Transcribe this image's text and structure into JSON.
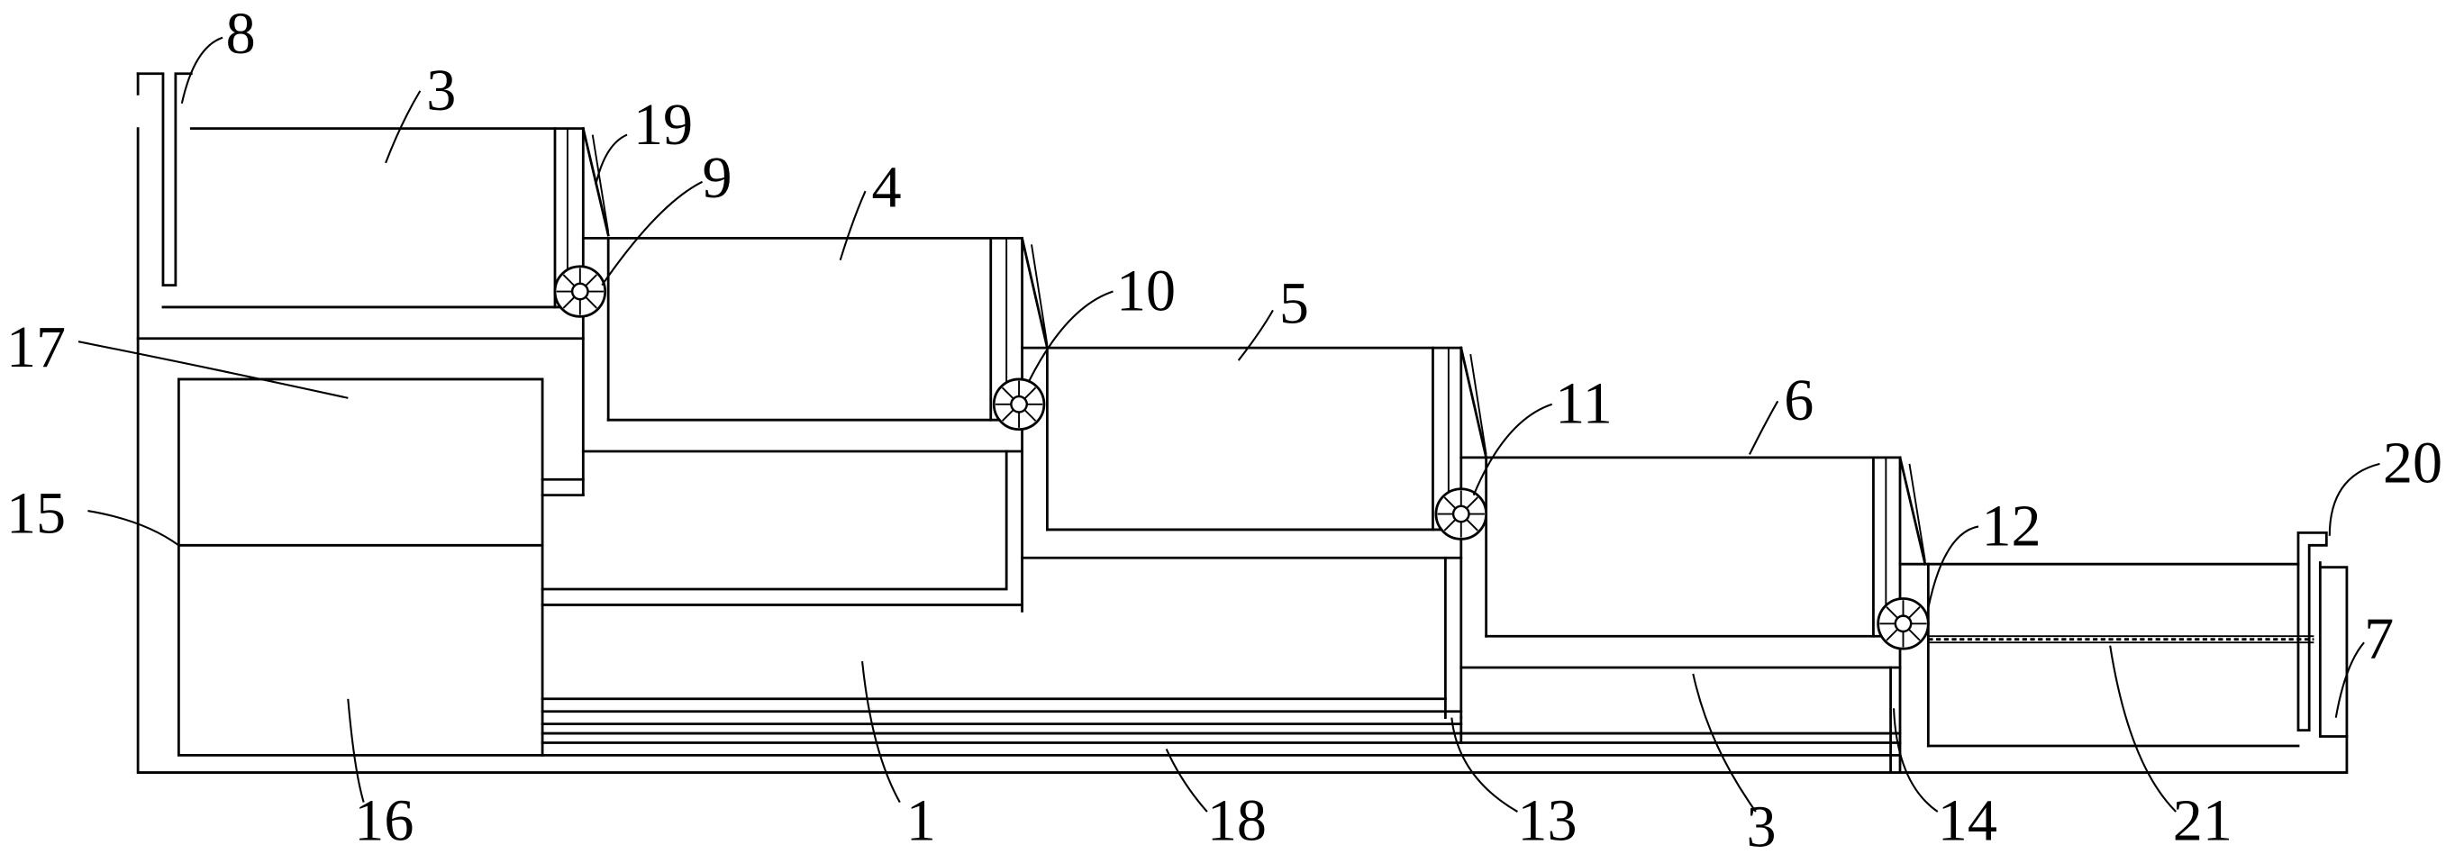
{
  "labels": [
    {
      "id": "l8",
      "text": "8"
    },
    {
      "id": "l3a",
      "text": "3"
    },
    {
      "id": "l19",
      "text": "19"
    },
    {
      "id": "l9",
      "text": "9"
    },
    {
      "id": "l4",
      "text": "4"
    },
    {
      "id": "l10",
      "text": "10"
    },
    {
      "id": "l5",
      "text": "5"
    },
    {
      "id": "l17",
      "text": "17"
    },
    {
      "id": "l11",
      "text": "11"
    },
    {
      "id": "l6",
      "text": "6"
    },
    {
      "id": "l20",
      "text": "20"
    },
    {
      "id": "l15",
      "text": "15"
    },
    {
      "id": "l12",
      "text": "12"
    },
    {
      "id": "l7",
      "text": "7"
    },
    {
      "id": "l16",
      "text": "16"
    },
    {
      "id": "l1",
      "text": "1"
    },
    {
      "id": "l18",
      "text": "18"
    },
    {
      "id": "l13",
      "text": "13"
    },
    {
      "id": "l3b",
      "text": "3"
    },
    {
      "id": "l14",
      "text": "14"
    },
    {
      "id": "l21",
      "text": "21"
    }
  ]
}
